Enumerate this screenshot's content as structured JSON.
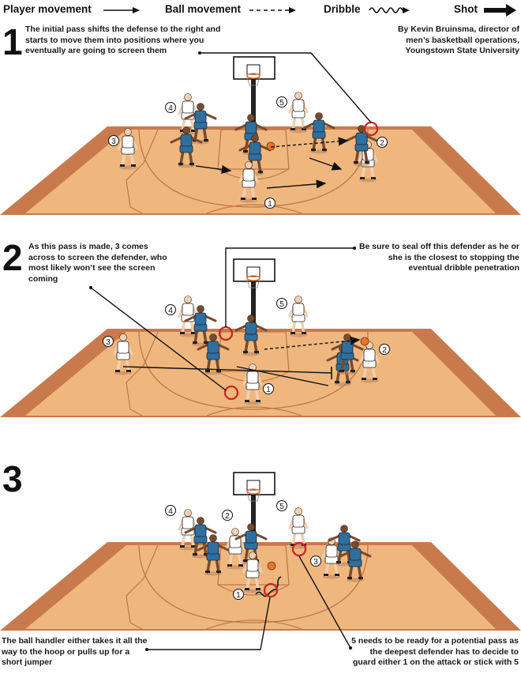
{
  "legend": {
    "player_movement": "Player movement",
    "ball_movement": "Ball movement",
    "dribble": "Dribble",
    "shot": "Shot"
  },
  "credit": "By Kevin Bruinsma, director of men’s basketball operations, Youngstown State University",
  "steps": [
    {
      "number": "1",
      "notes": [
        "The initial pass shifts the defense to the right and starts to move them into positions where you eventually are going to screen them"
      ]
    },
    {
      "number": "2",
      "notes": [
        "As this pass is made, 3 comes across to screen the defender, who most likely won’t see the screen coming",
        "Be sure to seal off this defender as he or she is the closest to stopping the eventual dribble penetration"
      ]
    },
    {
      "number": "3",
      "notes": [
        "The ball handler either takes it all the way to the hoop or pulls up for a short jumper",
        "5 needs to be ready for a potential pass as the deepest defender has to decide to guard either 1 on the attack or stick with 5"
      ]
    }
  ],
  "player_labels": [
    "1",
    "2",
    "3",
    "4",
    "5"
  ],
  "colors": {
    "court_floor": "#efb77e",
    "court_border": "#c97a4c",
    "offense_jersey": "#ffffff",
    "defense_jersey": "#2e6fa0",
    "highlight_circle": "#c8281e",
    "ball": "#e8742a"
  }
}
